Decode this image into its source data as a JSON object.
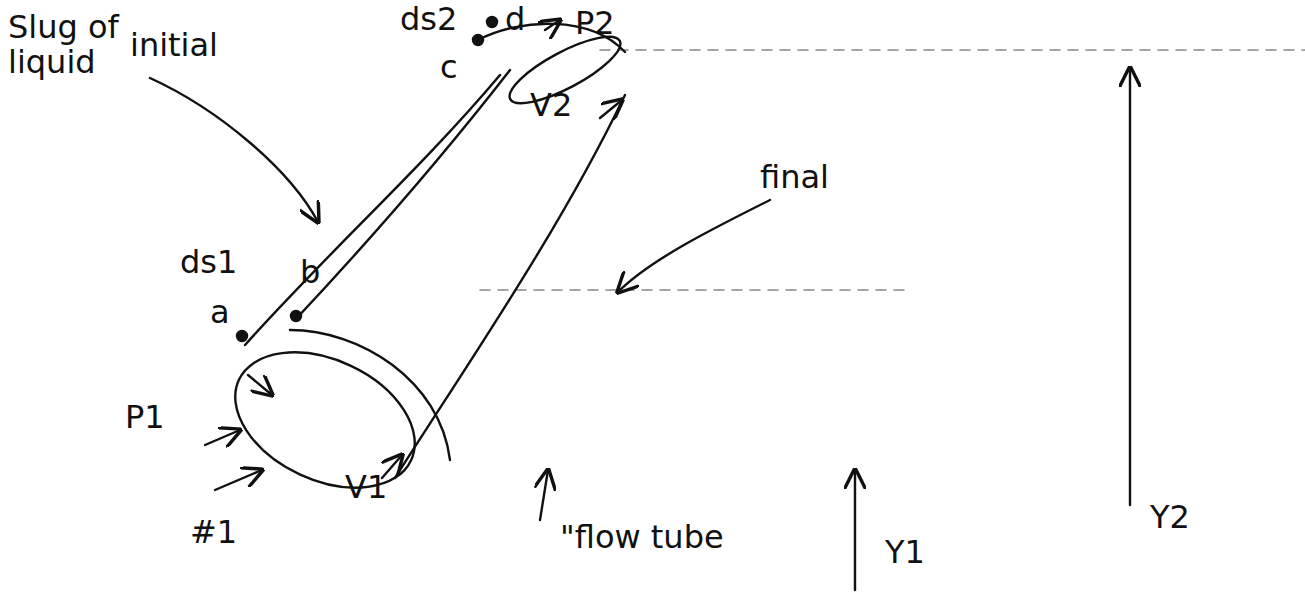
{
  "diagram": {
    "labels": [
      "Slug of liquid",
      "initial",
      "ds2",
      "d",
      "P2",
      "c",
      "V2",
      "final",
      "ds1",
      "b",
      "a",
      "P1",
      "#1",
      "V1",
      "\"flow tube",
      "Y1",
      "Y2"
    ]
  }
}
